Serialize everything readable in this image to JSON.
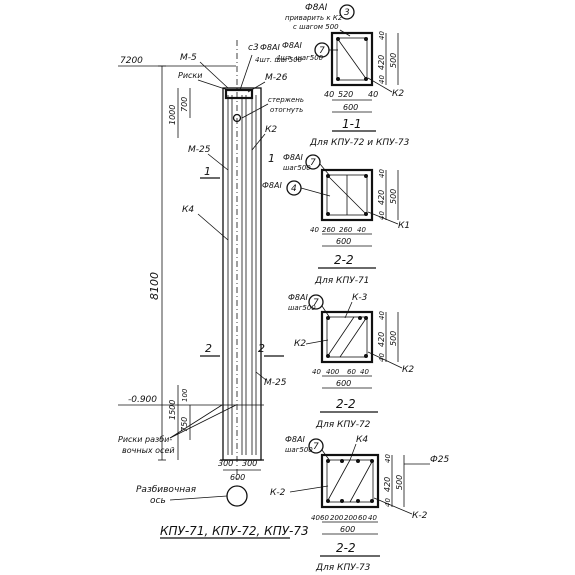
{
  "elevation": {
    "level_top": "7200",
    "level_bottom": "-0.900",
    "height_total": "8100",
    "dim_top": "1000",
    "dim_top2": "700",
    "dim_bottom": "1500",
    "dim_bottom2": "750",
    "dim_bottom3": "100",
    "dim_width_left": "300",
    "dim_width_right": "300",
    "dim_width_total": "600",
    "label_m5": "М-5",
    "label_c3": "с3",
    "label_fi8ai": "Ф8АI",
    "label_4sht": "4шт. шаг500",
    "label_risk": "Риски",
    "label_m26": "М-26",
    "label_sterzhen": "стержень",
    "label_otognut": "отогнуть",
    "label_k2": "К2",
    "label_m25_top": "М-25",
    "label_sec1": "1",
    "label_k4": "К4",
    "label_sec2_left": "2",
    "label_sec2_right": "2",
    "label_m25_bottom": "М-25",
    "label_riski_razb": "Риски разби-",
    "label_vochnykh_osei": "вочных осей",
    "label_razbivochnaya": "Разбивочная",
    "label_os": "ось",
    "title": "КПУ-71, КПУ-72, КПУ-73"
  },
  "section_1": {
    "top_label": "Ф8АI",
    "top_label2": "приварить к К2",
    "top_label3": "с шагом 500",
    "circle_3": "3",
    "label_fi8ai": "Ф8АI",
    "label_4sht": "4шт. шаг500",
    "circle_7": "7",
    "dim_520": "520",
    "dim_40a": "40",
    "dim_40b": "40",
    "dim_600": "600",
    "dim_v40a": "40",
    "dim_v420": "420",
    "dim_v40b": "40",
    "dim_v500": "500",
    "label_k2": "К2",
    "caption": "1-1",
    "subcaption": "Для КПУ-72 и КПУ-73"
  },
  "section_2a": {
    "label_fi8ai": "Ф8АI",
    "label_shag": "шаг500",
    "label_fi8ai_2": "Ф8АI",
    "circle_7": "7",
    "circle_4": "4",
    "mark_1": "1",
    "dims": [
      "40",
      "260",
      "260",
      "40"
    ],
    "dim_600": "600",
    "dim_v40a": "40",
    "dim_v420": "420",
    "dim_v40b": "40",
    "dim_v500": "500",
    "label_k1": "К1",
    "caption": "2-2",
    "subcaption": "Для КПУ-71"
  },
  "section_2b": {
    "label_fi8ai": "Ф8АI",
    "label_shag": "шаг500",
    "circle_7": "7",
    "label_k3": "К-3",
    "label_k2": "К2",
    "label_k2b": "К2",
    "dims": [
      "40",
      "400",
      "60",
      "40"
    ],
    "dim_600": "600",
    "dim_v40a": "40",
    "dim_v420": "420",
    "dim_v40b": "40",
    "dim_v500": "500",
    "caption": "2-2",
    "subcaption": "Для КПУ-72"
  },
  "section_2c": {
    "label_fi8ai": "Ф8АI",
    "label_shag": "шаг500",
    "circle_7": "7",
    "label_k4": "К4",
    "label_k2_left": "К-2",
    "label_k2_right": "К-2",
    "label_phi25": "Ф25",
    "dims": [
      "40",
      "60",
      "200",
      "200",
      "60",
      "40"
    ],
    "dim_600": "600",
    "dim_v40a": "40",
    "dim_v420": "420",
    "dim_v40b": "40",
    "dim_v500": "500",
    "caption": "2-2",
    "subcaption": "Для КПУ-73"
  }
}
